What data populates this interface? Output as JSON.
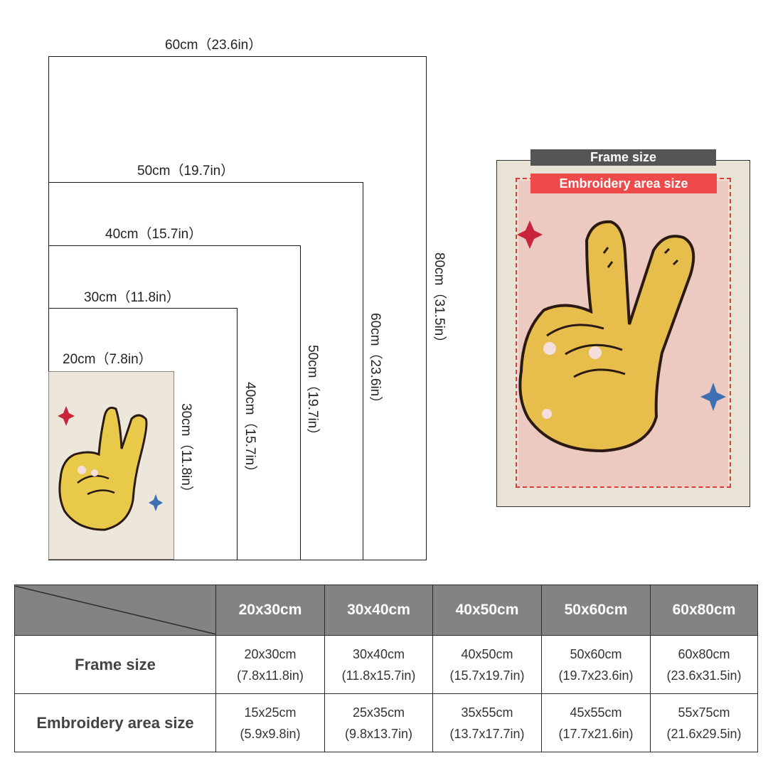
{
  "diagram": {
    "widths": [
      "60cm（23.6in）",
      "50cm（19.7in）",
      "40cm（15.7in）",
      "30cm（11.8in）",
      "20cm（7.8in）"
    ],
    "heights": [
      "80cm（31.5in）",
      "60cm（23.6in）",
      "50cm（19.7in）",
      "40cm（15.7in）",
      "30cm（11.8in）"
    ]
  },
  "preview": {
    "frame_label": "Frame size",
    "embroidery_label": "Embroidery area size"
  },
  "table": {
    "headers": [
      "20x30cm",
      "30x40cm",
      "40x50cm",
      "50x60cm",
      "60x80cm"
    ],
    "rows": [
      {
        "label": "Frame size",
        "cells": [
          {
            "cm": "20x30cm",
            "in": "(7.8x11.8in)"
          },
          {
            "cm": "30x40cm",
            "in": "(11.8x15.7in)"
          },
          {
            "cm": "40x50cm",
            "in": "(15.7x19.7in)"
          },
          {
            "cm": "50x60cm",
            "in": "(19.7x23.6in)"
          },
          {
            "cm": "60x80cm",
            "in": "(23.6x31.5in)"
          }
        ]
      },
      {
        "label": "Embroidery area size",
        "cells": [
          {
            "cm": "15x25cm",
            "in": "(5.9x9.8in)"
          },
          {
            "cm": "25x35cm",
            "in": "(9.8x13.7in)"
          },
          {
            "cm": "35x55cm",
            "in": "(13.7x17.7in)"
          },
          {
            "cm": "45x55cm",
            "in": "(17.7x21.6in)"
          },
          {
            "cm": "55x75cm",
            "in": "(21.6x29.5in)"
          }
        ]
      }
    ]
  },
  "colors": {
    "header_gray": "#838383",
    "frame_badge": "#555555",
    "embroidery_badge": "#ee4a4a",
    "pink_area": "#ecc9c1",
    "canvas": "#e9e3d6"
  }
}
